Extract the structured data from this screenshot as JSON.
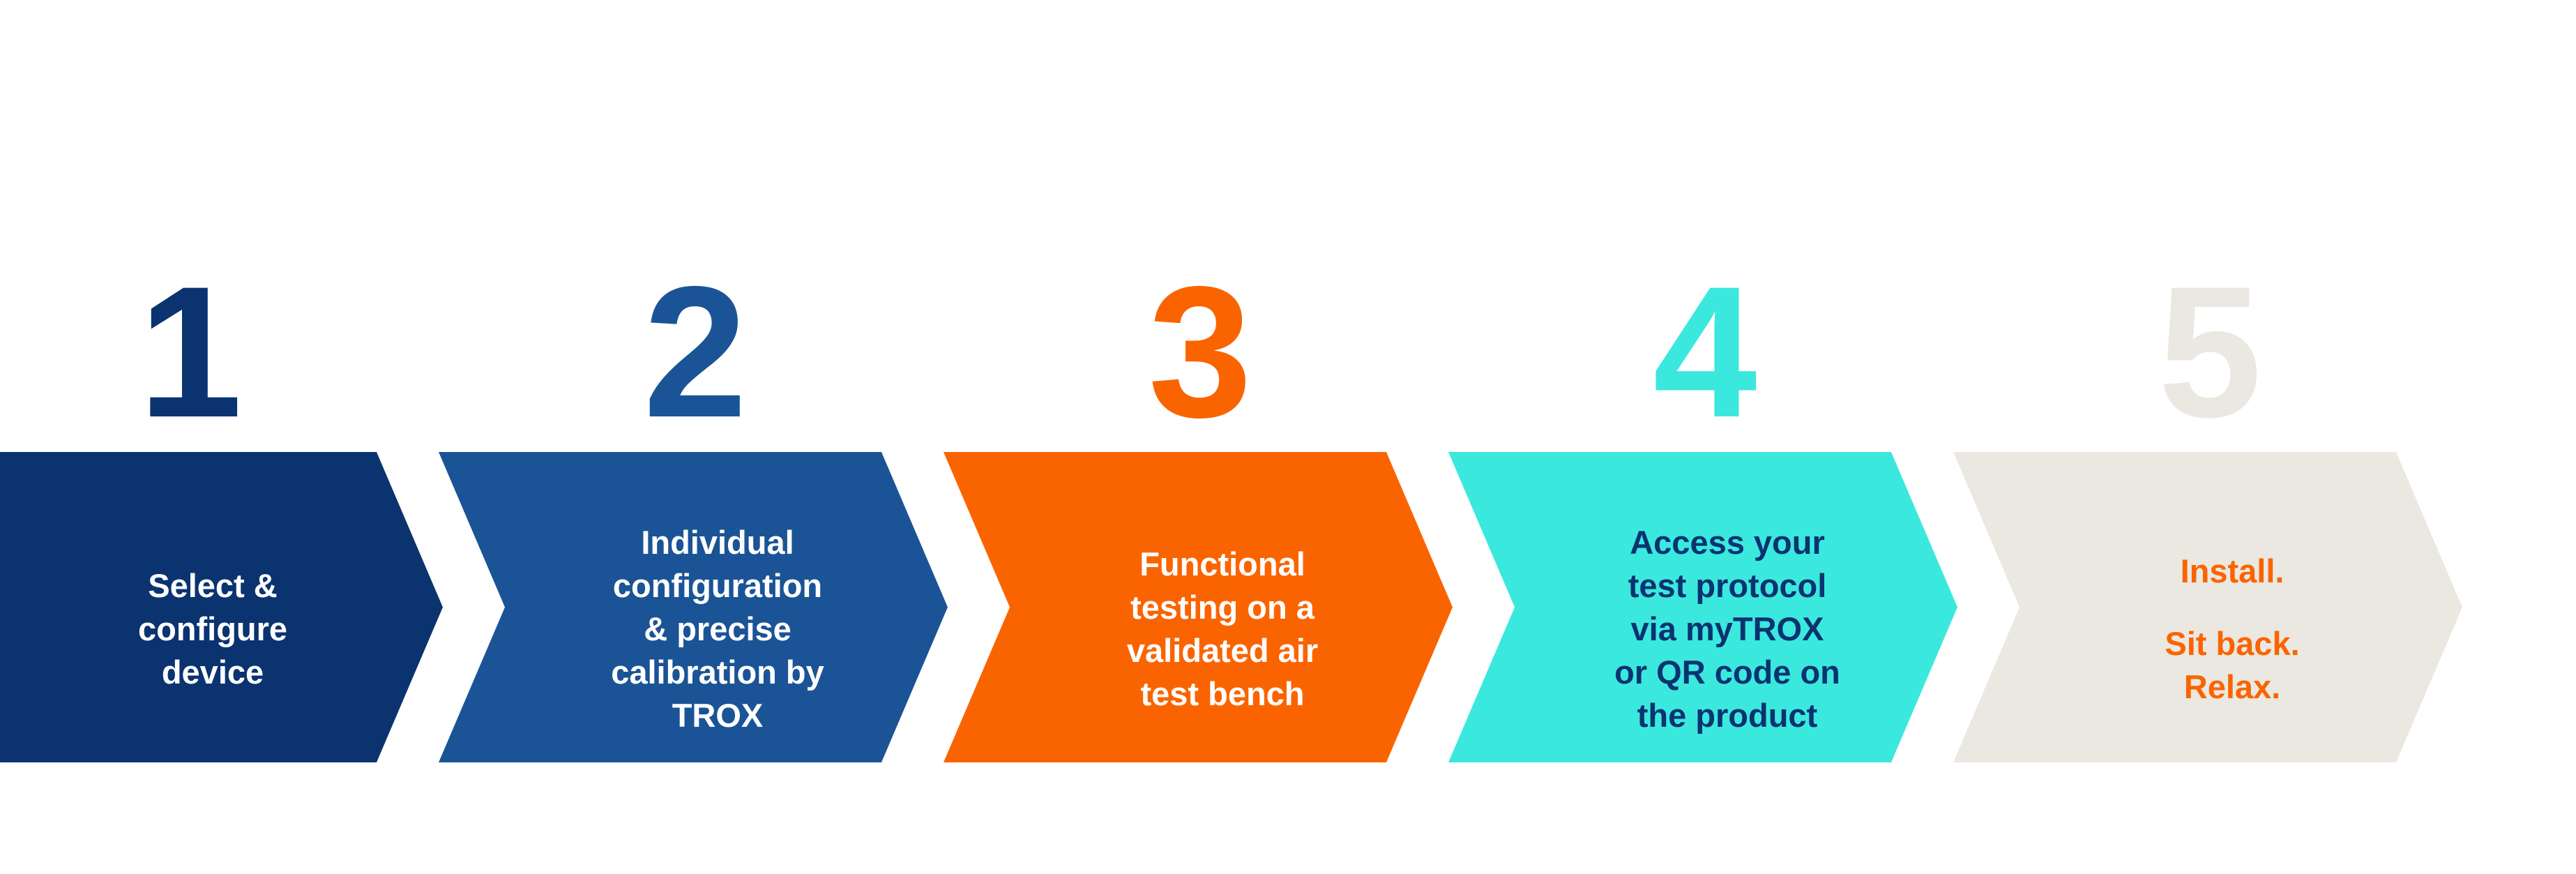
{
  "diagram": {
    "type": "process-chevron-flow",
    "title_text": "",
    "background_color": "#FFFFFF",
    "step_count": 5,
    "steps": [
      {
        "number": "1",
        "number_color": "#0A3370",
        "fill_color": "#0A3370",
        "text_color": "#FFFFFF",
        "lead_text": "",
        "body_text": "Select &\nconfigure\ndevice"
      },
      {
        "number": "2",
        "number_color": "#1B5496",
        "fill_color": "#1B5496",
        "text_color": "#FFFFFF",
        "lead_text": "",
        "body_text": "Individual\nconfiguration\n& precise\ncalibration by\nTROX"
      },
      {
        "number": "3",
        "number_color": "#FA6400",
        "fill_color": "#FA6400",
        "text_color": "#FFFFFF",
        "lead_text": "",
        "body_text": "Functional\ntesting on a\nvalidated air\ntest bench"
      },
      {
        "number": "4",
        "number_color": "#3BE8DE",
        "fill_color": "#3BE8DE",
        "text_color": "#0A3370",
        "lead_text": "",
        "body_text": "Access your\ntest protocol\nvia myTROX\nor QR code on\nthe product"
      },
      {
        "number": "5",
        "number_color": "#EAE8E1",
        "fill_color": "#EAE8E1",
        "text_color": "#FA6400",
        "lead_text": "Install.",
        "body_text": "Sit back.\nRelax."
      }
    ]
  }
}
